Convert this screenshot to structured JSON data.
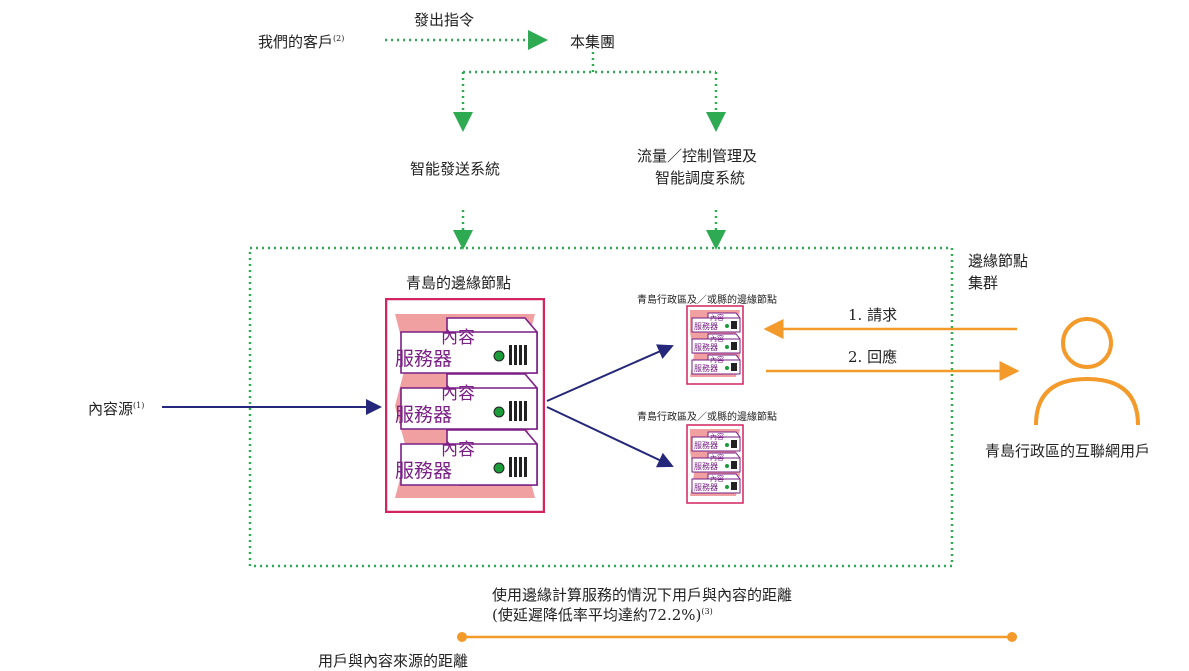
{
  "top": {
    "customer": "我們的客戶",
    "customer_note": "(2)",
    "command": "發出指令",
    "group": "本集團"
  },
  "systems": {
    "delivery": "智能發送系統",
    "traffic_line1": "流量／控制管理及",
    "traffic_line2": "智能調度系統"
  },
  "cluster": {
    "label_line1": "邊緣節點",
    "label_line2": "集群",
    "main_node_title": "青島的邊緣節點",
    "small_node_title": "青島行政區及／或縣的邊緣節點"
  },
  "server": {
    "content": "內容",
    "server": "服務器"
  },
  "source": {
    "label": "內容源",
    "note": "(1)"
  },
  "flows": {
    "request": "1. 請求",
    "response": "2. 回應"
  },
  "user": {
    "label": "青島行政區的互聯網用戶"
  },
  "distance": {
    "edge_line1": "使用邊緣計算服務的情況下用戶與內容的距離",
    "edge_line2": "(使延遲降低率平均達約72.2%)",
    "edge_note": "(3)",
    "origin": "用戶與內容來源的距離"
  },
  "colors": {
    "green": "#2eaa52",
    "navy": "#25277a",
    "orange": "#f39a2b",
    "crimson": "#d3245f",
    "pink": "#f0a0a0",
    "purple": "#7a1f86"
  }
}
